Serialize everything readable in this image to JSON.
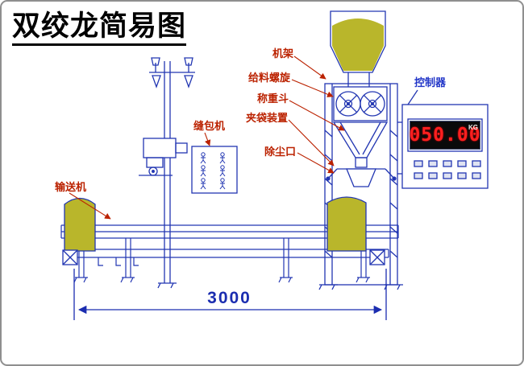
{
  "title": "双绞龙简易图",
  "labels": {
    "frame": "机架",
    "feed_screw": "给料螺旋",
    "weigh_hopper": "称重斗",
    "bag_clamp": "夹袋装置",
    "dust_port": "除尘口",
    "sewing_machine": "缝包机",
    "conveyor": "输送机",
    "controller": "控制器"
  },
  "controller": {
    "display_value": "050.00",
    "unit": "KG"
  },
  "dimension": {
    "value": "3000"
  },
  "colors": {
    "line_blue": "#2236b2",
    "label_red": "#bb2200",
    "material_yellow": "#b9b62b",
    "display_digit_red": "#ff2020",
    "display_bg": "#0a0a0a"
  }
}
